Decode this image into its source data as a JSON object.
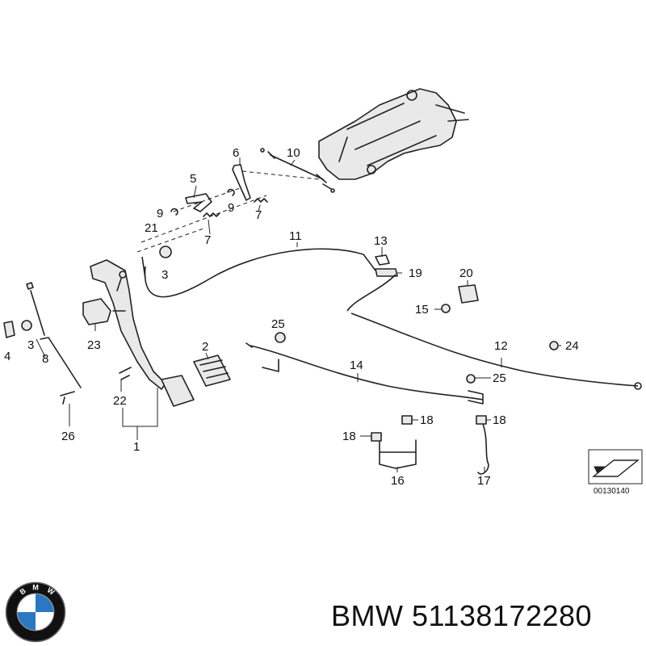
{
  "callouts": {
    "c1": "1",
    "c2": "2",
    "c3a": "3",
    "c3b": "3",
    "c4": "4",
    "c5": "5",
    "c6": "6",
    "c7a": "7",
    "c7b": "7",
    "c8": "8",
    "c9a": "9",
    "c9b": "9",
    "c10": "10",
    "c11": "11",
    "c12": "12",
    "c13": "13",
    "c14": "14",
    "c15": "15",
    "c16": "16",
    "c17": "17",
    "c18a": "18",
    "c18b": "18",
    "c18c": "18",
    "c19": "19",
    "c20": "20",
    "c21": "21",
    "c22": "22",
    "c23": "23",
    "c24": "24",
    "c25a": "25",
    "c25b": "25",
    "c26": "26"
  },
  "reference_code": "00130140",
  "brand_line": "BMW 51138172280",
  "logo": {
    "letters": "BMW",
    "icon": "bmw-roundel-icon",
    "colors": {
      "blue": "#2b78c2",
      "black": "#111111",
      "white": "#ffffff"
    }
  }
}
